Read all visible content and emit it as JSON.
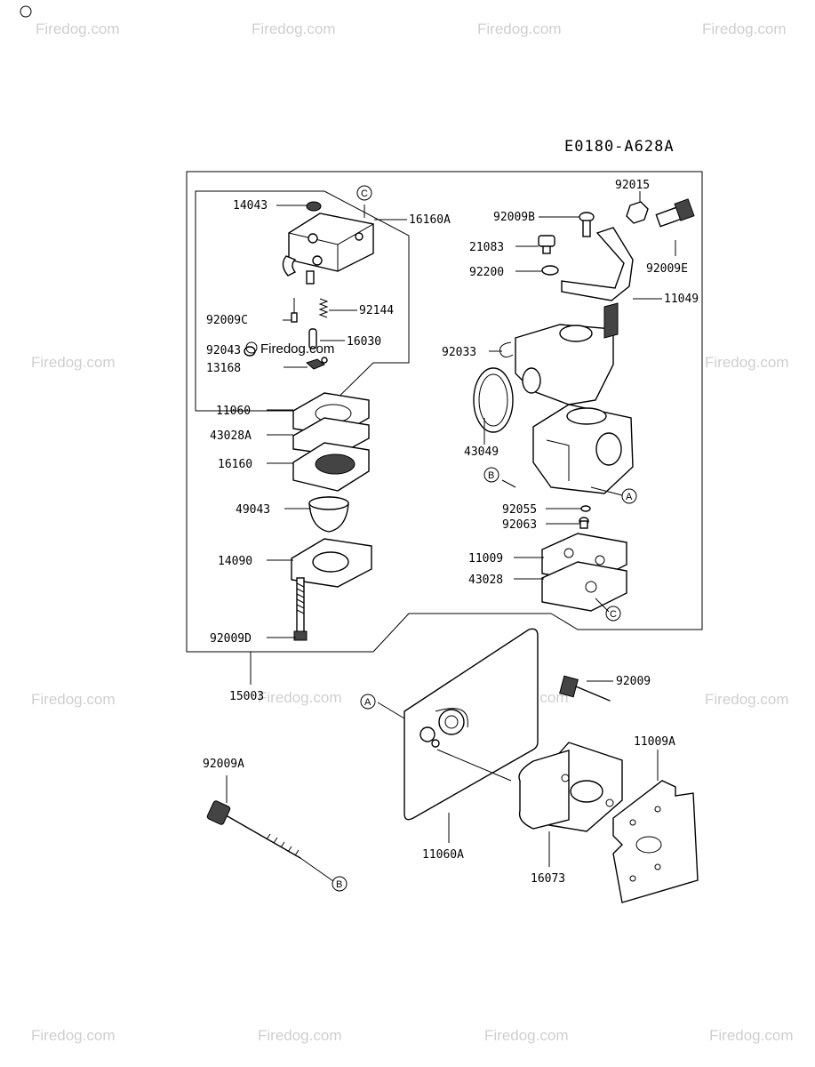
{
  "diagram_code": "E0180-A628A",
  "watermark": "Firedog.com",
  "watermark_inline": "Firedog.com",
  "callouts": {
    "a": "A",
    "b": "B",
    "c": "C"
  },
  "part_labels": {
    "p14043": "14043",
    "p16160A": "16160A",
    "p92009C": "92009C",
    "p92144": "92144",
    "p92043": "92043",
    "p16030": "16030",
    "p13168": "13168",
    "p11060": "11060",
    "p43028A": "43028A",
    "p16160": "16160",
    "p49043": "49043",
    "p14090": "14090",
    "p92009D": "92009D",
    "p15003": "15003",
    "p92015": "92015",
    "p92009B": "92009B",
    "p21083": "21083",
    "p92200": "92200",
    "p92009E": "92009E",
    "p11049": "11049",
    "p92033": "92033",
    "p43049": "43049",
    "p92055": "92055",
    "p92063": "92063",
    "p11009": "11009",
    "p43028": "43028",
    "p92009": "92009",
    "p11009A": "11009A",
    "p92009A": "92009A",
    "p11060A": "11060A",
    "p16073": "16073"
  },
  "icons": [
    "copyright-icon"
  ]
}
